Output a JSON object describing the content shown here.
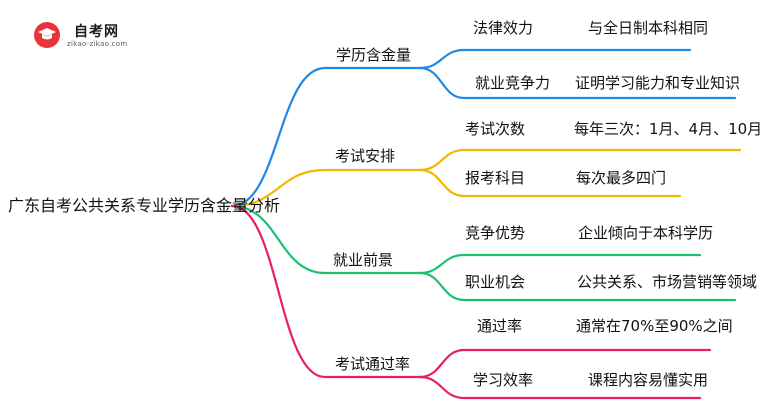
{
  "logo": {
    "name": "自考网",
    "url": "zikao-zikao.com"
  },
  "root": "广东自考公共关系专业学历含金量分析",
  "branches": [
    {
      "label": "学历含金量",
      "color": "#1e88e5",
      "children": [
        {
          "label": "法律效力",
          "detail": "与全日制本科相同"
        },
        {
          "label": "就业竞争力",
          "detail": "证明学习能力和专业知识"
        }
      ]
    },
    {
      "label": "考试安排",
      "color": "#f2b705",
      "children": [
        {
          "label": "考试次数",
          "detail": "每年三次：1月、4月、10月"
        },
        {
          "label": "报考科目",
          "detail": "每次最多四门"
        }
      ]
    },
    {
      "label": "就业前景",
      "color": "#1fbf72",
      "children": [
        {
          "label": "竞争优势",
          "detail": "企业倾向于本科学历"
        },
        {
          "label": "职业机会",
          "detail": "公共关系、市场营销等领域"
        }
      ]
    },
    {
      "label": "考试通过率",
      "color": "#e91e63",
      "children": [
        {
          "label": "通过率",
          "detail": "通常在70%至90%之间"
        },
        {
          "label": "学习效率",
          "detail": "课程内容易懂实用"
        }
      ]
    }
  ]
}
